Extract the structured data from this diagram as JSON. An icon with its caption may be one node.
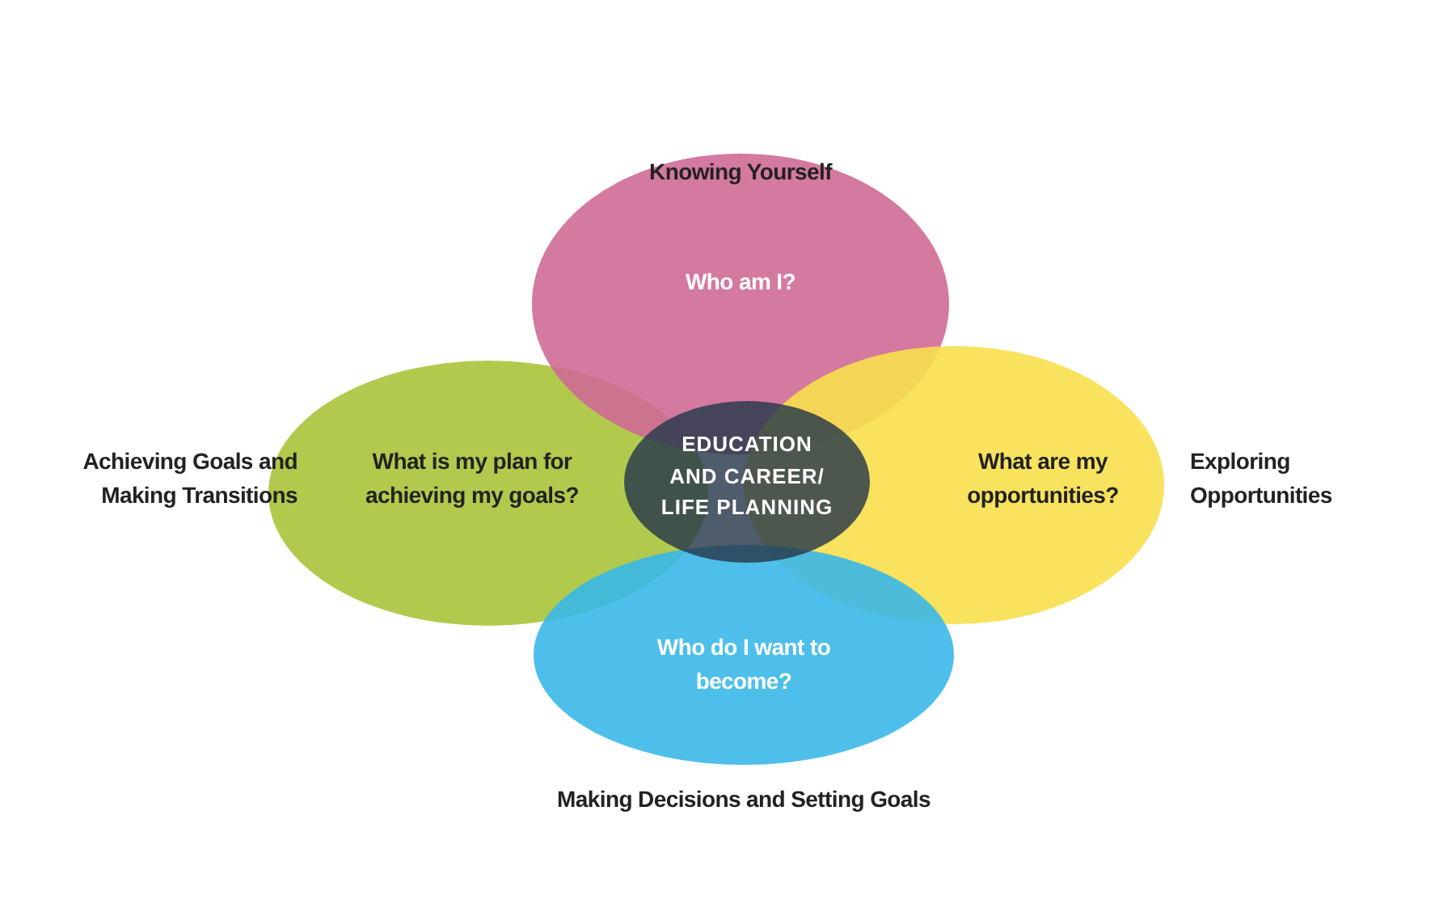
{
  "diagram": {
    "nodes": [
      {
        "text": [
          "Knowing Yourself",
          "Who am I?"
        ]
      },
      {
        "text": [
          "Achieving Goals and Making Transitions",
          "What is my plan for achieving my goals?"
        ]
      },
      {
        "text": [
          "What are my opportunities?",
          "Exploring Opportunities"
        ]
      },
      {
        "text": [
          "Who do I want to become?",
          "Making Decisions and Setting Goals"
        ]
      },
      {
        "text": [
          "EDUCATION AND CAREER/ LIFE PLANNING"
        ]
      }
    ]
  }
}
